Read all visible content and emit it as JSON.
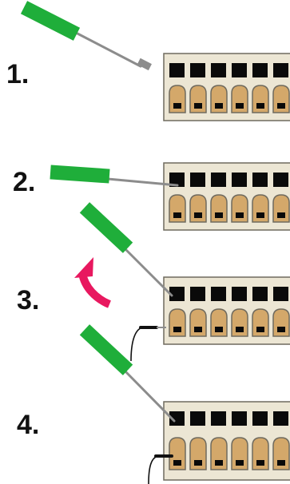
{
  "steps": [
    {
      "label": "1."
    },
    {
      "label": "2."
    },
    {
      "label": "3."
    },
    {
      "label": "4."
    }
  ],
  "colors": {
    "screwdriver_handle": "#1fae3a",
    "screwdriver_shaft": "#8c8c8c",
    "terminal_body": "#ece6d4",
    "terminal_outline": "#6f6a5e",
    "terminal_hole": "#0a0a0a",
    "terminal_clamp": "#d4a86a",
    "wire": "#111111",
    "rotation_arrow": "#e8185f"
  },
  "icons": [
    "screwdriver-icon",
    "terminal-block-icon",
    "wire-icon",
    "rotate-arrow-icon"
  ]
}
